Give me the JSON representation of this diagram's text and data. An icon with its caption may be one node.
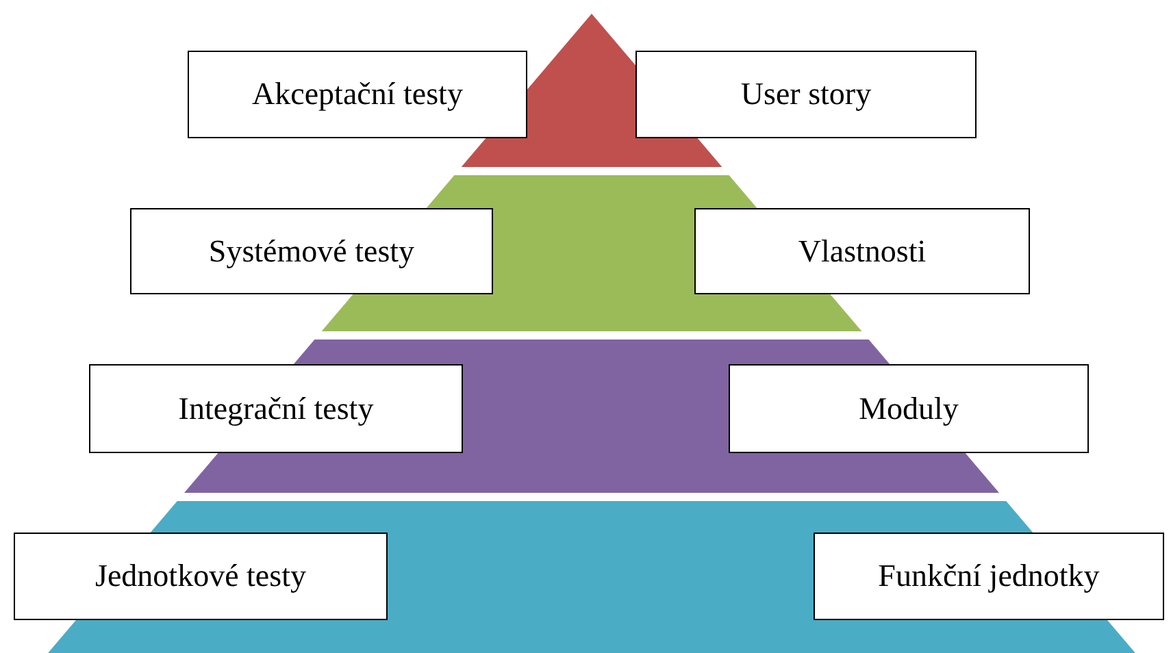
{
  "diagram": {
    "nodes": [
      {
        "text": [
          "Akceptační testy"
        ]
      },
      {
        "text": [
          "User story"
        ]
      },
      {
        "text": [
          "Systémové testy"
        ]
      },
      {
        "text": [
          "Vlastnosti"
        ]
      },
      {
        "text": [
          "Integrační testy"
        ]
      },
      {
        "text": [
          "Moduly"
        ]
      },
      {
        "text": [
          "Jednotkové testy"
        ]
      },
      {
        "text": [
          "Funkční jednotky"
        ]
      }
    ]
  }
}
